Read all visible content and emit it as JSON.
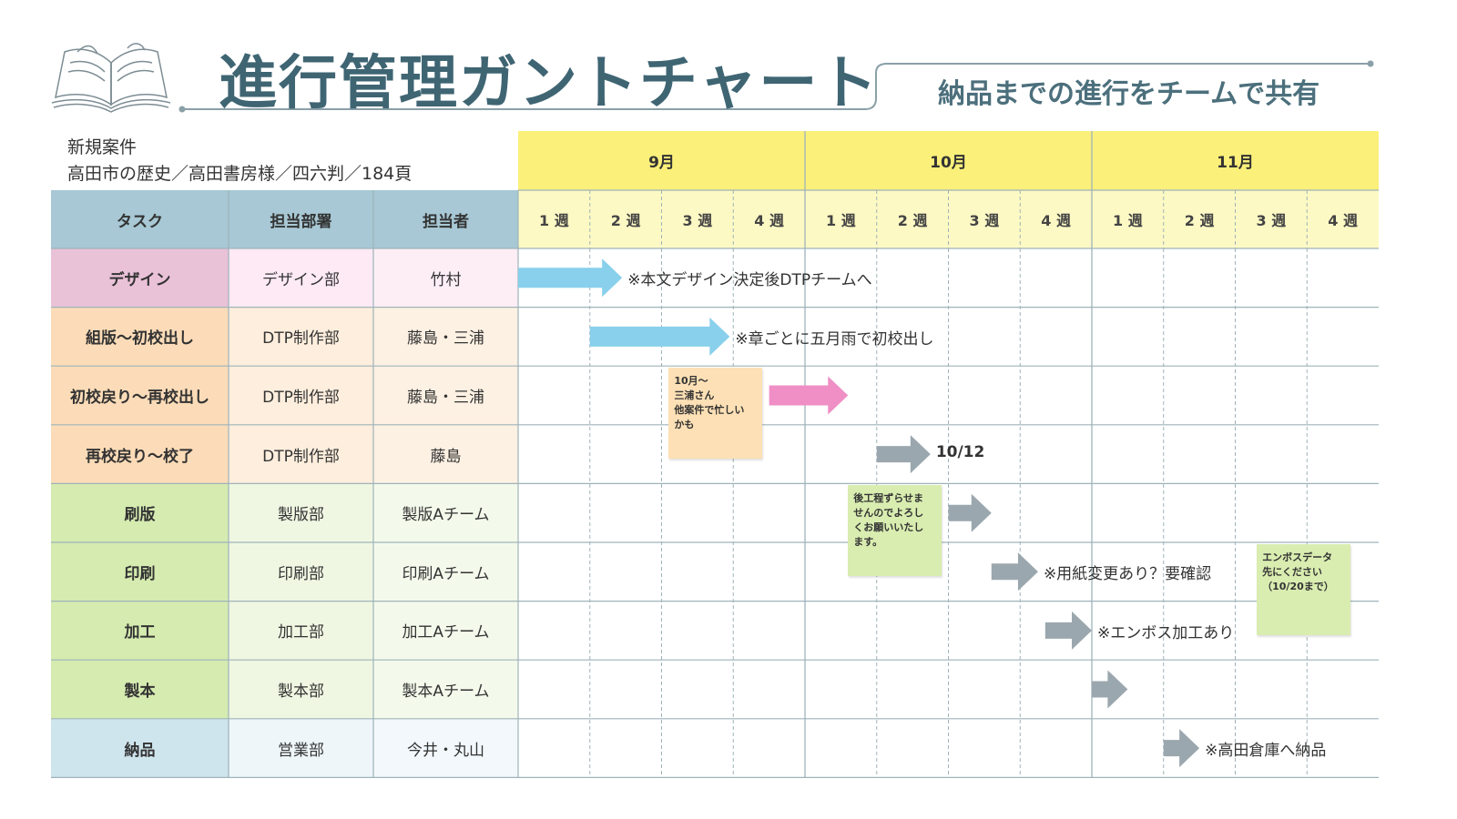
{
  "header": {
    "title": "進行管理ガントチャート",
    "subtitle": "納品までの進行をチームで共有",
    "project_line1": "新規案件",
    "project_line2": "高田市の歴史／高田書房様／四六判／184頁"
  },
  "columns": {
    "task": "タスク",
    "department": "担当部署",
    "person": "担当者"
  },
  "months": [
    "9月",
    "10月",
    "11月"
  ],
  "weeks": [
    "1 週",
    "2 週",
    "3 週",
    "4 週"
  ],
  "colors": {
    "header_blue": "#a7c8d4",
    "month_yellow": "#fbf07a",
    "week_yellow": "#fdf9c4",
    "arrow_blue": "#88d0ec",
    "arrow_pink": "#ef8fc6",
    "arrow_gray": "#9ba7ae",
    "title": "#3f6573"
  },
  "rows": [
    {
      "task": "デザイン",
      "department": "デザイン部",
      "person": "竹村",
      "group": "pink"
    },
    {
      "task": "組版～初校出し",
      "department": "DTP制作部",
      "person": "藤島・三浦",
      "group": "orange"
    },
    {
      "task": "初校戻り～再校出し",
      "department": "DTP制作部",
      "person": "藤島・三浦",
      "group": "orange"
    },
    {
      "task": "再校戻り～校了",
      "department": "DTP制作部",
      "person": "藤島",
      "group": "orange"
    },
    {
      "task": "刷版",
      "department": "製版部",
      "person": "製版Aチーム",
      "group": "green"
    },
    {
      "task": "印刷",
      "department": "印刷部",
      "person": "印刷Aチーム",
      "group": "green"
    },
    {
      "task": "加工",
      "department": "加工部",
      "person": "加工Aチーム",
      "group": "green"
    },
    {
      "task": "製本",
      "department": "製本部",
      "person": "製本Aチーム",
      "group": "green"
    },
    {
      "task": "納品",
      "department": "営業部",
      "person": "今井・丸山",
      "group": "blue"
    }
  ],
  "chart_data": {
    "type": "gantt",
    "x_unit": "week",
    "x": [
      "9月 1週",
      "9月 2週",
      "9月 3週",
      "9月 4週",
      "10月 1週",
      "10月 2週",
      "10月 3週",
      "10月 4週",
      "11月 1週",
      "11月 2週",
      "11月 3週",
      "11月 4週"
    ],
    "bars": [
      {
        "task": "デザイン",
        "start": 0,
        "end": 1.45,
        "color": "blue",
        "annotation": "※本文デザイン決定後DTPチームへ"
      },
      {
        "task": "組版～初校出し",
        "start": 1,
        "end": 2.95,
        "color": "blue",
        "annotation": "※章ごとに五月雨で初校出し"
      },
      {
        "task": "初校戻り～再校出し",
        "start": 3.5,
        "end": 4.6,
        "color": "pink",
        "annotation": ""
      },
      {
        "task": "再校戻り～校了",
        "start": 5,
        "end": 5.75,
        "color": "gray",
        "annotation": "10/12"
      },
      {
        "task": "刷版",
        "start": 6,
        "end": 6.6,
        "color": "gray",
        "annotation": ""
      },
      {
        "task": "印刷",
        "start": 6.6,
        "end": 7.25,
        "color": "gray",
        "annotation": "※用紙変更あり？要確認"
      },
      {
        "task": "加工",
        "start": 7.35,
        "end": 8.0,
        "color": "gray",
        "annotation": "※エンボス加工あり"
      },
      {
        "task": "製本",
        "start": 8.0,
        "end": 8.5,
        "color": "gray",
        "annotation": ""
      },
      {
        "task": "納品",
        "start": 9.0,
        "end": 9.5,
        "color": "gray",
        "annotation": "※高田倉庫へ納品"
      }
    ],
    "notes": [
      {
        "text": "10月～\n三浦さん\n他案件で忙しい\nかも",
        "color": "#fde0b5",
        "row": 2,
        "week": 2.1
      },
      {
        "text": "後工程ずらせま\nせんのでよろし\nくお願いいたし\nます。",
        "color": "#d9edb0",
        "row": 4,
        "week": 4.6
      },
      {
        "text": "エンボスデータ\n先にください\n（10/20まで）",
        "color": "#d9edb0",
        "row": 5,
        "week": 10.3
      }
    ]
  }
}
